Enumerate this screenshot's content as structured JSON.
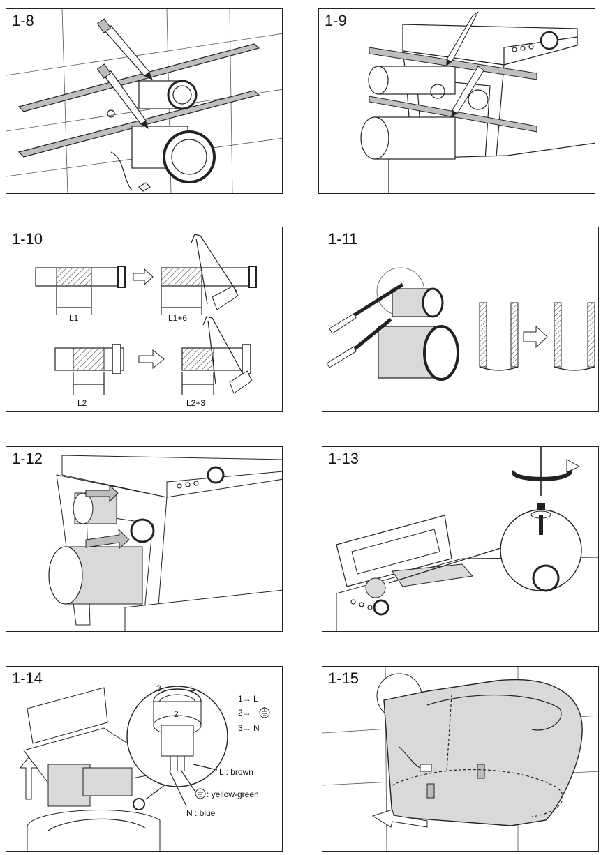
{
  "panels": [
    {
      "label": "1-8"
    },
    {
      "label": "1-9"
    },
    {
      "label": "1-10"
    },
    {
      "label": "1-11"
    },
    {
      "label": "1-12"
    },
    {
      "label": "1-13"
    },
    {
      "label": "1-14"
    },
    {
      "label": "1-15"
    }
  ],
  "cut_labels": {
    "l1": "L1",
    "l1_plus": "L1+6",
    "l2": "L2",
    "l2_plus": "L2+3"
  },
  "wiring": {
    "pin_1": "1",
    "pin_2": "2",
    "pin_3": "3",
    "map_1": "1→  L",
    "map_2": "2→",
    "map_3": "3→  N",
    "brown": "L : brown",
    "yellow_green": ": yellow-green",
    "blue": "N : blue"
  },
  "colors": {
    "line": "#222222",
    "gray_fill": "#d9d9d9",
    "dark_gray": "#bdbdbd",
    "board_fill": "#bfbfbf"
  }
}
